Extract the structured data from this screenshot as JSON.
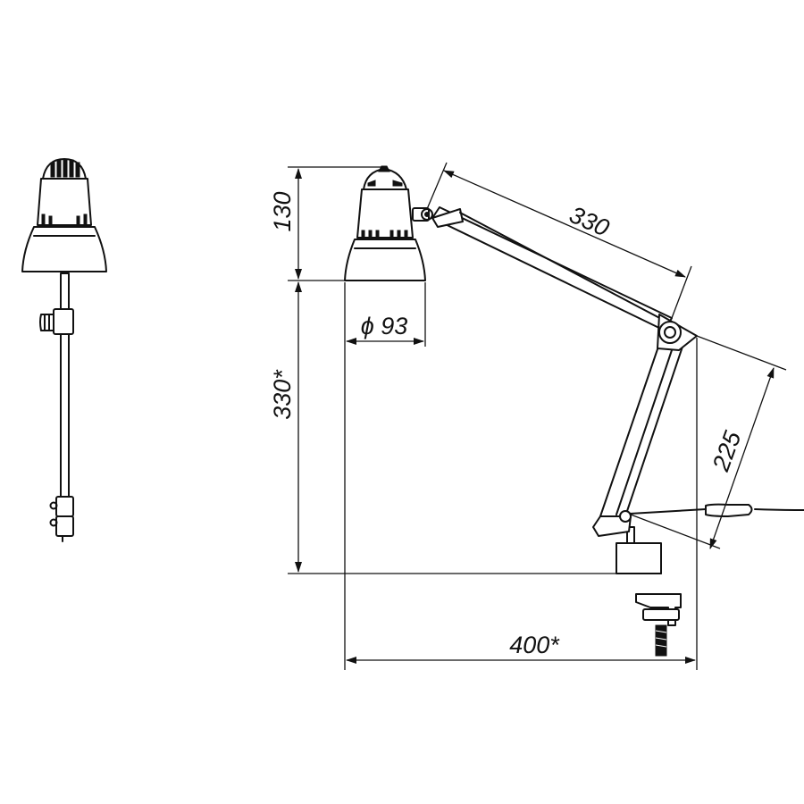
{
  "dimensions": {
    "shade_height": "130",
    "arm_length": "330",
    "shade_diameter": "ϕ 93",
    "height_total": "330*",
    "forearm_length": "225",
    "base_width": "400*"
  },
  "colors": {
    "line": "#111111",
    "background": "#ffffff"
  }
}
